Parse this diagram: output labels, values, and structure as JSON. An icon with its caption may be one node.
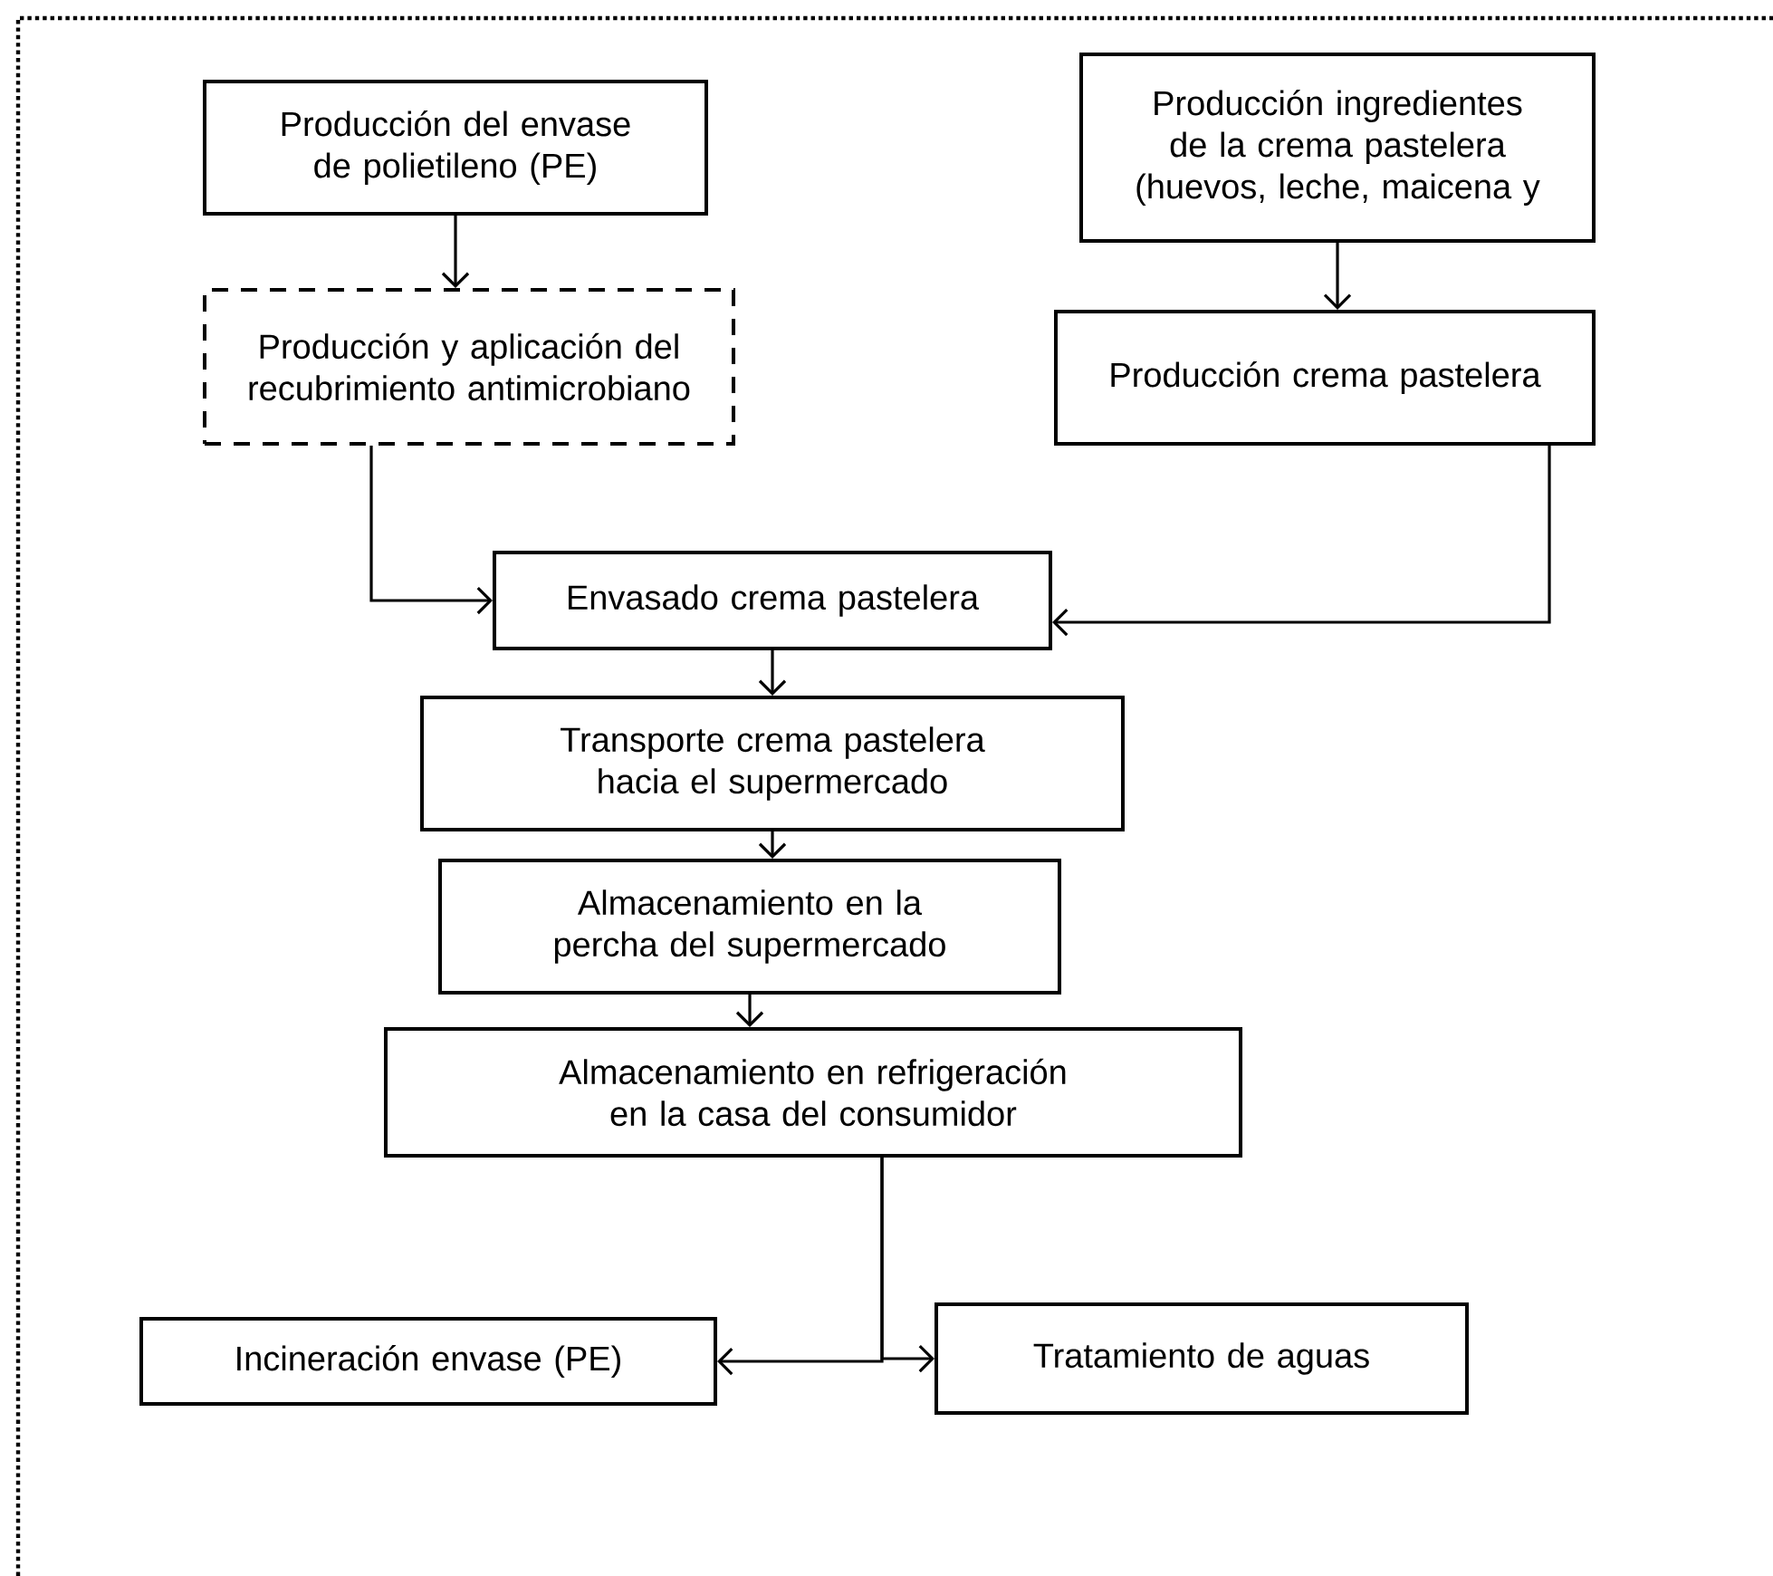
{
  "diagram": {
    "nodes": [
      {
        "text": [
          "Producción del envase de polietileno (PE)"
        ]
      },
      {
        "text": [
          "Producción ingredientes de la crema pastelera (huevos, leche, maicena y"
        ]
      },
      {
        "text": [
          "Producción y aplicación del recubrimiento antimicrobiano"
        ]
      },
      {
        "text": [
          "Producción crema pastelera"
        ]
      },
      {
        "text": [
          "Envasado crema pastelera"
        ]
      },
      {
        "text": [
          "Transporte crema pastelera hacia el supermercado"
        ]
      },
      {
        "text": [
          "Almacenamiento en la percha del supermercado"
        ]
      },
      {
        "text": [
          "Almacenamiento en refrigeración en la casa del consumidor"
        ]
      },
      {
        "text": [
          "Incineración envase (PE)"
        ]
      },
      {
        "text": [
          "Tratamiento de aguas"
        ]
      }
    ],
    "edges": [
      {
        "from": 0,
        "to": 2,
        "arrow": "to"
      },
      {
        "from": 1,
        "to": 3,
        "arrow": "to"
      },
      {
        "from": 2,
        "to": 4,
        "arrow": "to"
      },
      {
        "from": 3,
        "to": 4,
        "arrow": "to"
      },
      {
        "from": 4,
        "to": 5,
        "arrow": "to"
      },
      {
        "from": 5,
        "to": 6,
        "arrow": "to"
      },
      {
        "from": 6,
        "to": 7,
        "arrow": "to"
      },
      {
        "from": 7,
        "to": 8,
        "arrow": "to"
      },
      {
        "from": 7,
        "to": 9,
        "arrow": "to"
      }
    ]
  }
}
